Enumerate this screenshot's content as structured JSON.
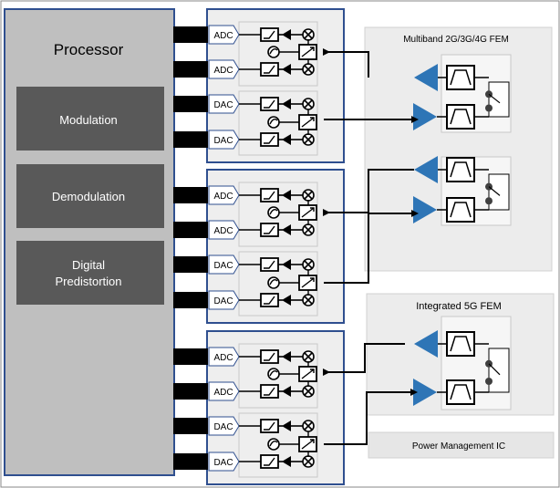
{
  "processor": {
    "title": "Processor",
    "blocks": [
      "Modulation",
      "Demodulation",
      "Digital",
      "Predistortion"
    ]
  },
  "transceivers": [
    {
      "converters": [
        "ADC",
        "ADC",
        "DAC",
        "DAC"
      ]
    },
    {
      "converters": [
        "ADC",
        "ADC",
        "DAC",
        "DAC"
      ]
    },
    {
      "converters": [
        "ADC",
        "ADC",
        "DAC",
        "DAC"
      ]
    }
  ],
  "fem_multiband": {
    "title": "Multiband 2G/3G/4G FEM"
  },
  "fem_5g": {
    "title": "Integrated 5G FEM"
  },
  "pmic": {
    "title": "Power Management IC"
  },
  "colors": {
    "processor_fill": "#bfbfbf",
    "block_fill": "#595959",
    "transceiver_border": "#2f4f8f",
    "pa_blue": "#2e75b6",
    "fem_fill": "#ececec"
  }
}
